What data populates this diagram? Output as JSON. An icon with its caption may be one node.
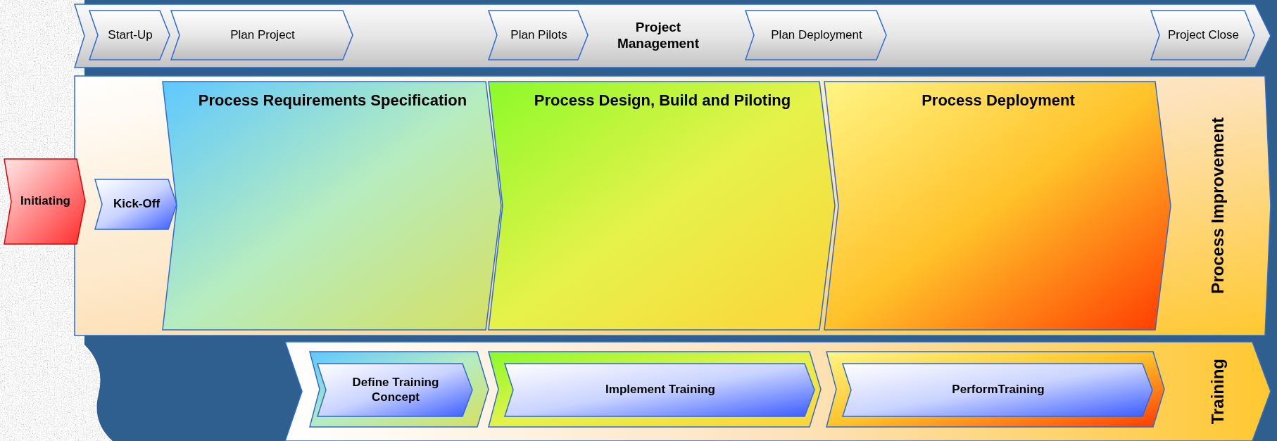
{
  "diagram": {
    "nodes": [
      {
        "text": [
          "Project Management"
        ]
      },
      {
        "text": [
          "Start-Up"
        ],
        "in": 0
      },
      {
        "text": [
          "Plan Project"
        ],
        "in": 0
      },
      {
        "text": [
          "Plan Pilots"
        ],
        "in": 0
      },
      {
        "text": [
          "Plan Deployment"
        ],
        "in": 0
      },
      {
        "text": [
          "Project Close"
        ],
        "in": 0
      },
      {
        "text": [
          "Initiating"
        ]
      },
      {
        "text": [
          "Process Improvement"
        ]
      },
      {
        "text": [
          "Kick-Off"
        ],
        "in": 7
      },
      {
        "text": [
          "Process Requirements Specification"
        ],
        "in": 7
      },
      {
        "text": [
          "Process Design, Build and Piloting"
        ],
        "in": 7
      },
      {
        "text": [
          "Process Deployment"
        ],
        "in": 7
      },
      {
        "text": [
          "Training"
        ]
      },
      {
        "text": [],
        "shape": "chevron",
        "in": 12
      },
      {
        "text": [
          "Define Training Concept"
        ],
        "in": 13
      },
      {
        "text": [],
        "shape": "chevron",
        "in": 12
      },
      {
        "text": [
          "Implement Training"
        ],
        "in": 15
      },
      {
        "text": [],
        "shape": "chevron",
        "in": 12
      },
      {
        "text": [
          "PerformTraining"
        ],
        "in": 17
      }
    ]
  }
}
